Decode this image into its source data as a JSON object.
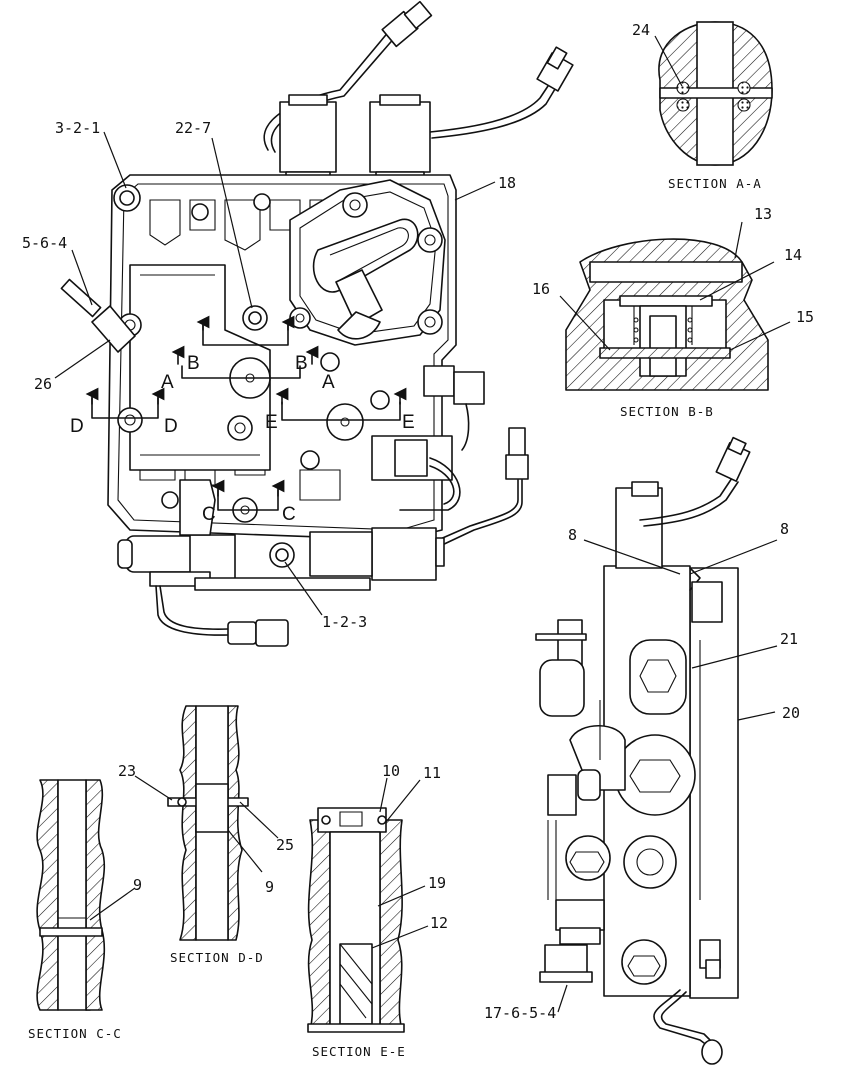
{
  "callouts": {
    "c_3_2_1": "3-2-1",
    "c_22_7": "22-7",
    "c_18": "18",
    "c_5_6_4": "5-6-4",
    "c_26": "26",
    "c_1_2_3": "1-2-3",
    "c_24": "24",
    "c_13": "13",
    "c_14": "14",
    "c_16": "16",
    "c_15": "15",
    "c_8_left": "8",
    "c_8_right": "8",
    "c_21": "21",
    "c_20": "20",
    "c_17_6_5_4": "17-6-5-4",
    "c_23": "23",
    "c_9_cc": "9",
    "c_9_dd": "9",
    "c_25": "25",
    "c_10": "10",
    "c_11": "11",
    "c_19": "19",
    "c_12": "12"
  },
  "section_marks": {
    "a_left": "A",
    "a_right": "A",
    "b_left": "B",
    "b_right": "B",
    "c_left": "C",
    "c_right": "C",
    "d_left": "D",
    "d_right": "D",
    "e_left": "E",
    "e_right": "E"
  },
  "section_titles": {
    "aa": "SECTION A-A",
    "bb": "SECTION B-B",
    "cc": "SECTION C-C",
    "dd": "SECTION D-D",
    "ee": "SECTION E-E"
  }
}
